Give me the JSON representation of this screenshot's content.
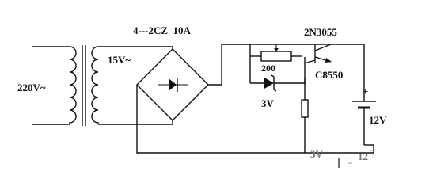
{
  "labels": {
    "mains_voltage": "220V~",
    "secondary_voltage": "15V~",
    "rectifier": "4---2CZ  10A",
    "power_transistor": "2N3055",
    "driver_transistor": "C8550",
    "resistor": "200",
    "zener_voltage": "3V",
    "battery_voltage": "12V",
    "battery_polarity": "+",
    "bottom_label_left": "3V",
    "bottom_label_right": "12"
  },
  "colors": {
    "line": "#111111",
    "faint_text": "#777777",
    "background": "#ffffff"
  }
}
